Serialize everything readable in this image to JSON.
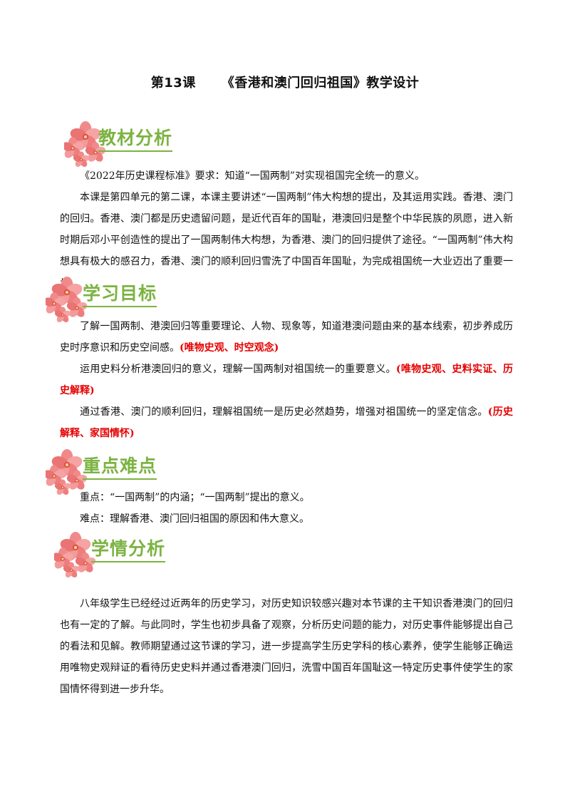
{
  "doc": {
    "title_left": "第13课",
    "title_right": "《香港和澳门回归祖国》教学设计"
  },
  "sections": {
    "textbook_analysis": {
      "heading": "教材分析",
      "p1": "《2022年历史课程标准》要求：知道“一国两制”对实现祖国完全统一的意义。",
      "p2": "本课是第四单元的第二课，本课主要讲述“一国两制”伟大构想的提出，及其运用实践。香港、澳门的回归。香港、澳门都是历史遗留问题，是近代百年的国耻，港澳回归是整个中华民族的夙愿，进入新时期后邓小平创造性的提出了一国两制伟大构想，为香港、澳门的回归提供了途径。“一国两制”伟大构想具有极大的感召力，香港、澳门的顺利回归雪洗了中国百年国耻，为完成祖国统一大业迈出了重要一步。"
    },
    "learning_goals": {
      "heading": "学习目标",
      "g1_text": "了解一国两制、港澳回归等重要理论、人物、现象等，知道港澳问题由来的基本线索，初步养成历史时序意识和历史空间感。",
      "g1_tag": "(唯物史观、时空观念)",
      "g2_text": "运用史料分析港澳回归的意义，理解一国两制对祖国统一的重要意义。",
      "g2_tag": "(唯物史观、史料实证、历史解释)",
      "g3_text": "通过香港、澳门的顺利回归，理解祖国统一是历史必然趋势，增强对祖国统一的坚定信念。",
      "g3_tag": "(历史解释、家国情怀)"
    },
    "key_points": {
      "heading": "重点难点",
      "key": "重点：“一国两制”的内涵；“一国两制”提出的意义。",
      "difficult": "难点：理解香港、澳门回归祖国的原因和伟大意义。"
    },
    "student_analysis": {
      "heading": "学情分析",
      "p1": "八年级学生已经经过近两年的历史学习，对历史知识较感兴趣对本节课的主干知识香港澳门的回归也有一定的了解。与此同时，学生也初步具备了观察，分析历史问题的能力，对历史事件能够提出自己的看法和见解。教师期望通过这节课的学习，进一步提高学生历史学科的核心素养，使学生能够正确运用唯物史观辩证的看待历史史料并通过香港澳门回归，洗雪中国百年国耻这一特定历史事件使学生的家国情怀得到进一步升华。"
    }
  },
  "colors": {
    "heading": "#7cb342",
    "emphasis": "#e60000",
    "flower": "#f08080"
  }
}
